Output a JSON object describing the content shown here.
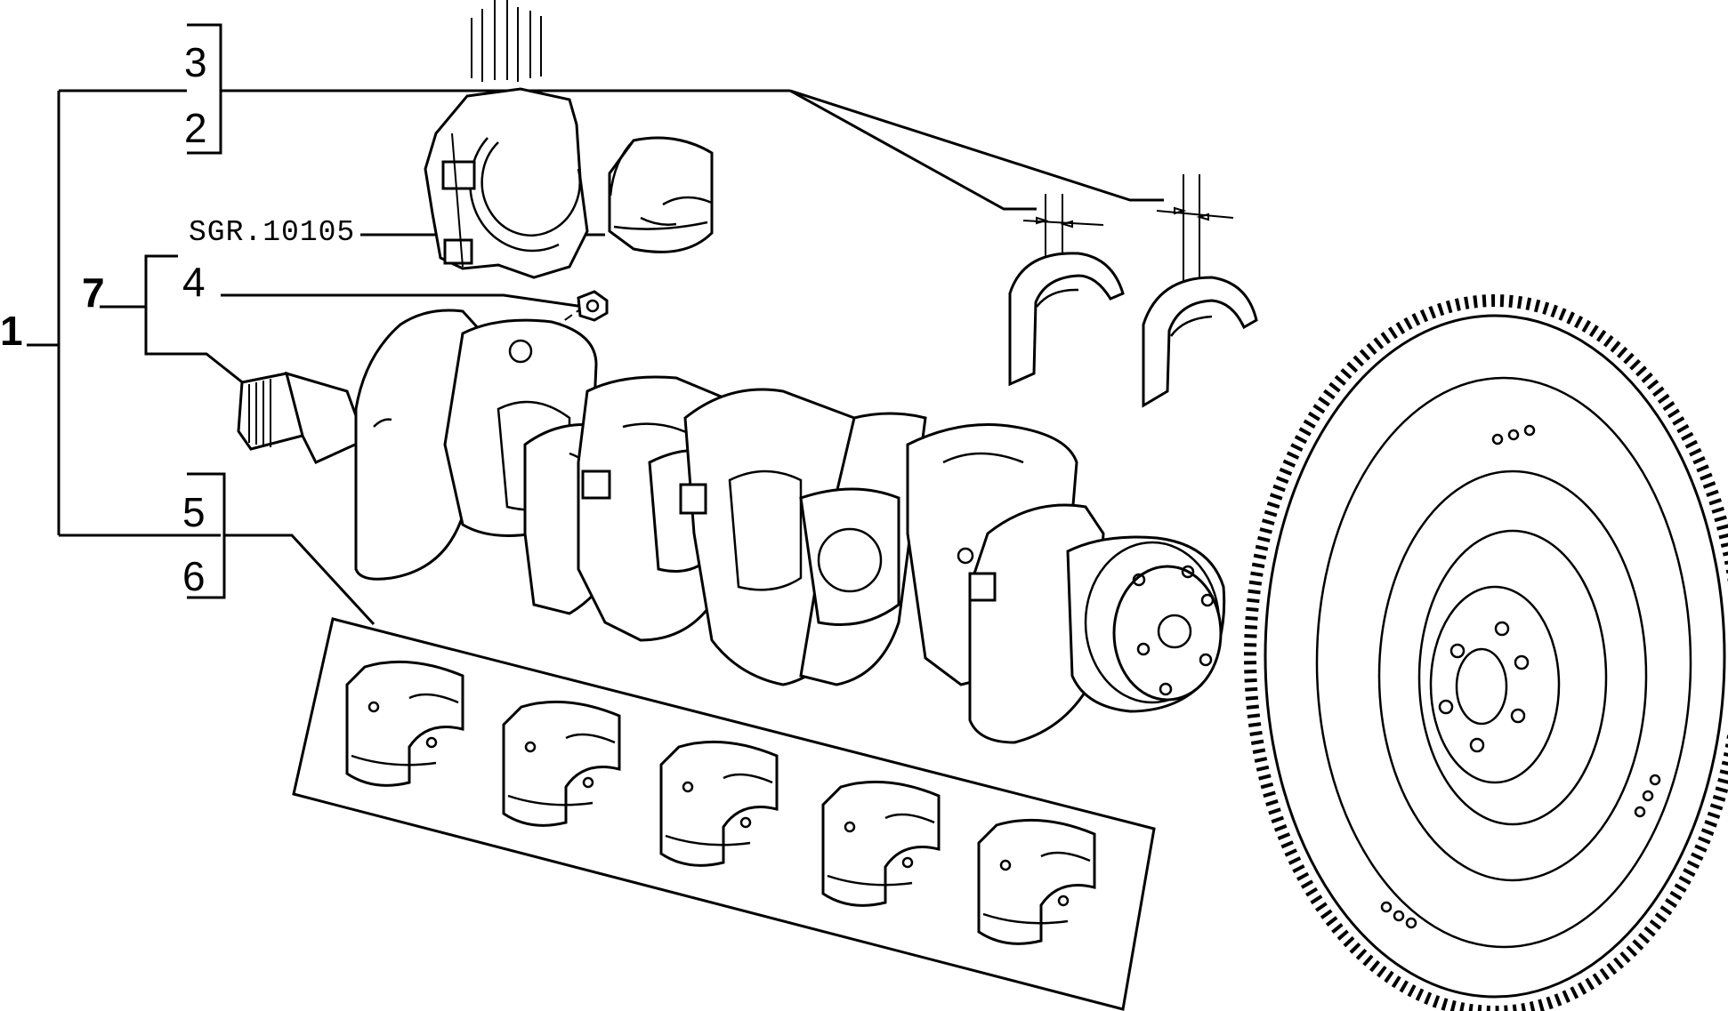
{
  "callouts": {
    "c1": "1",
    "c2": "2",
    "c3": "3",
    "c4": "4",
    "c5": "5",
    "c6": "6",
    "c7": "7",
    "ref_code": "SGR.10105"
  },
  "colors": {
    "ink": "#000000",
    "paper": "#ffffff"
  }
}
